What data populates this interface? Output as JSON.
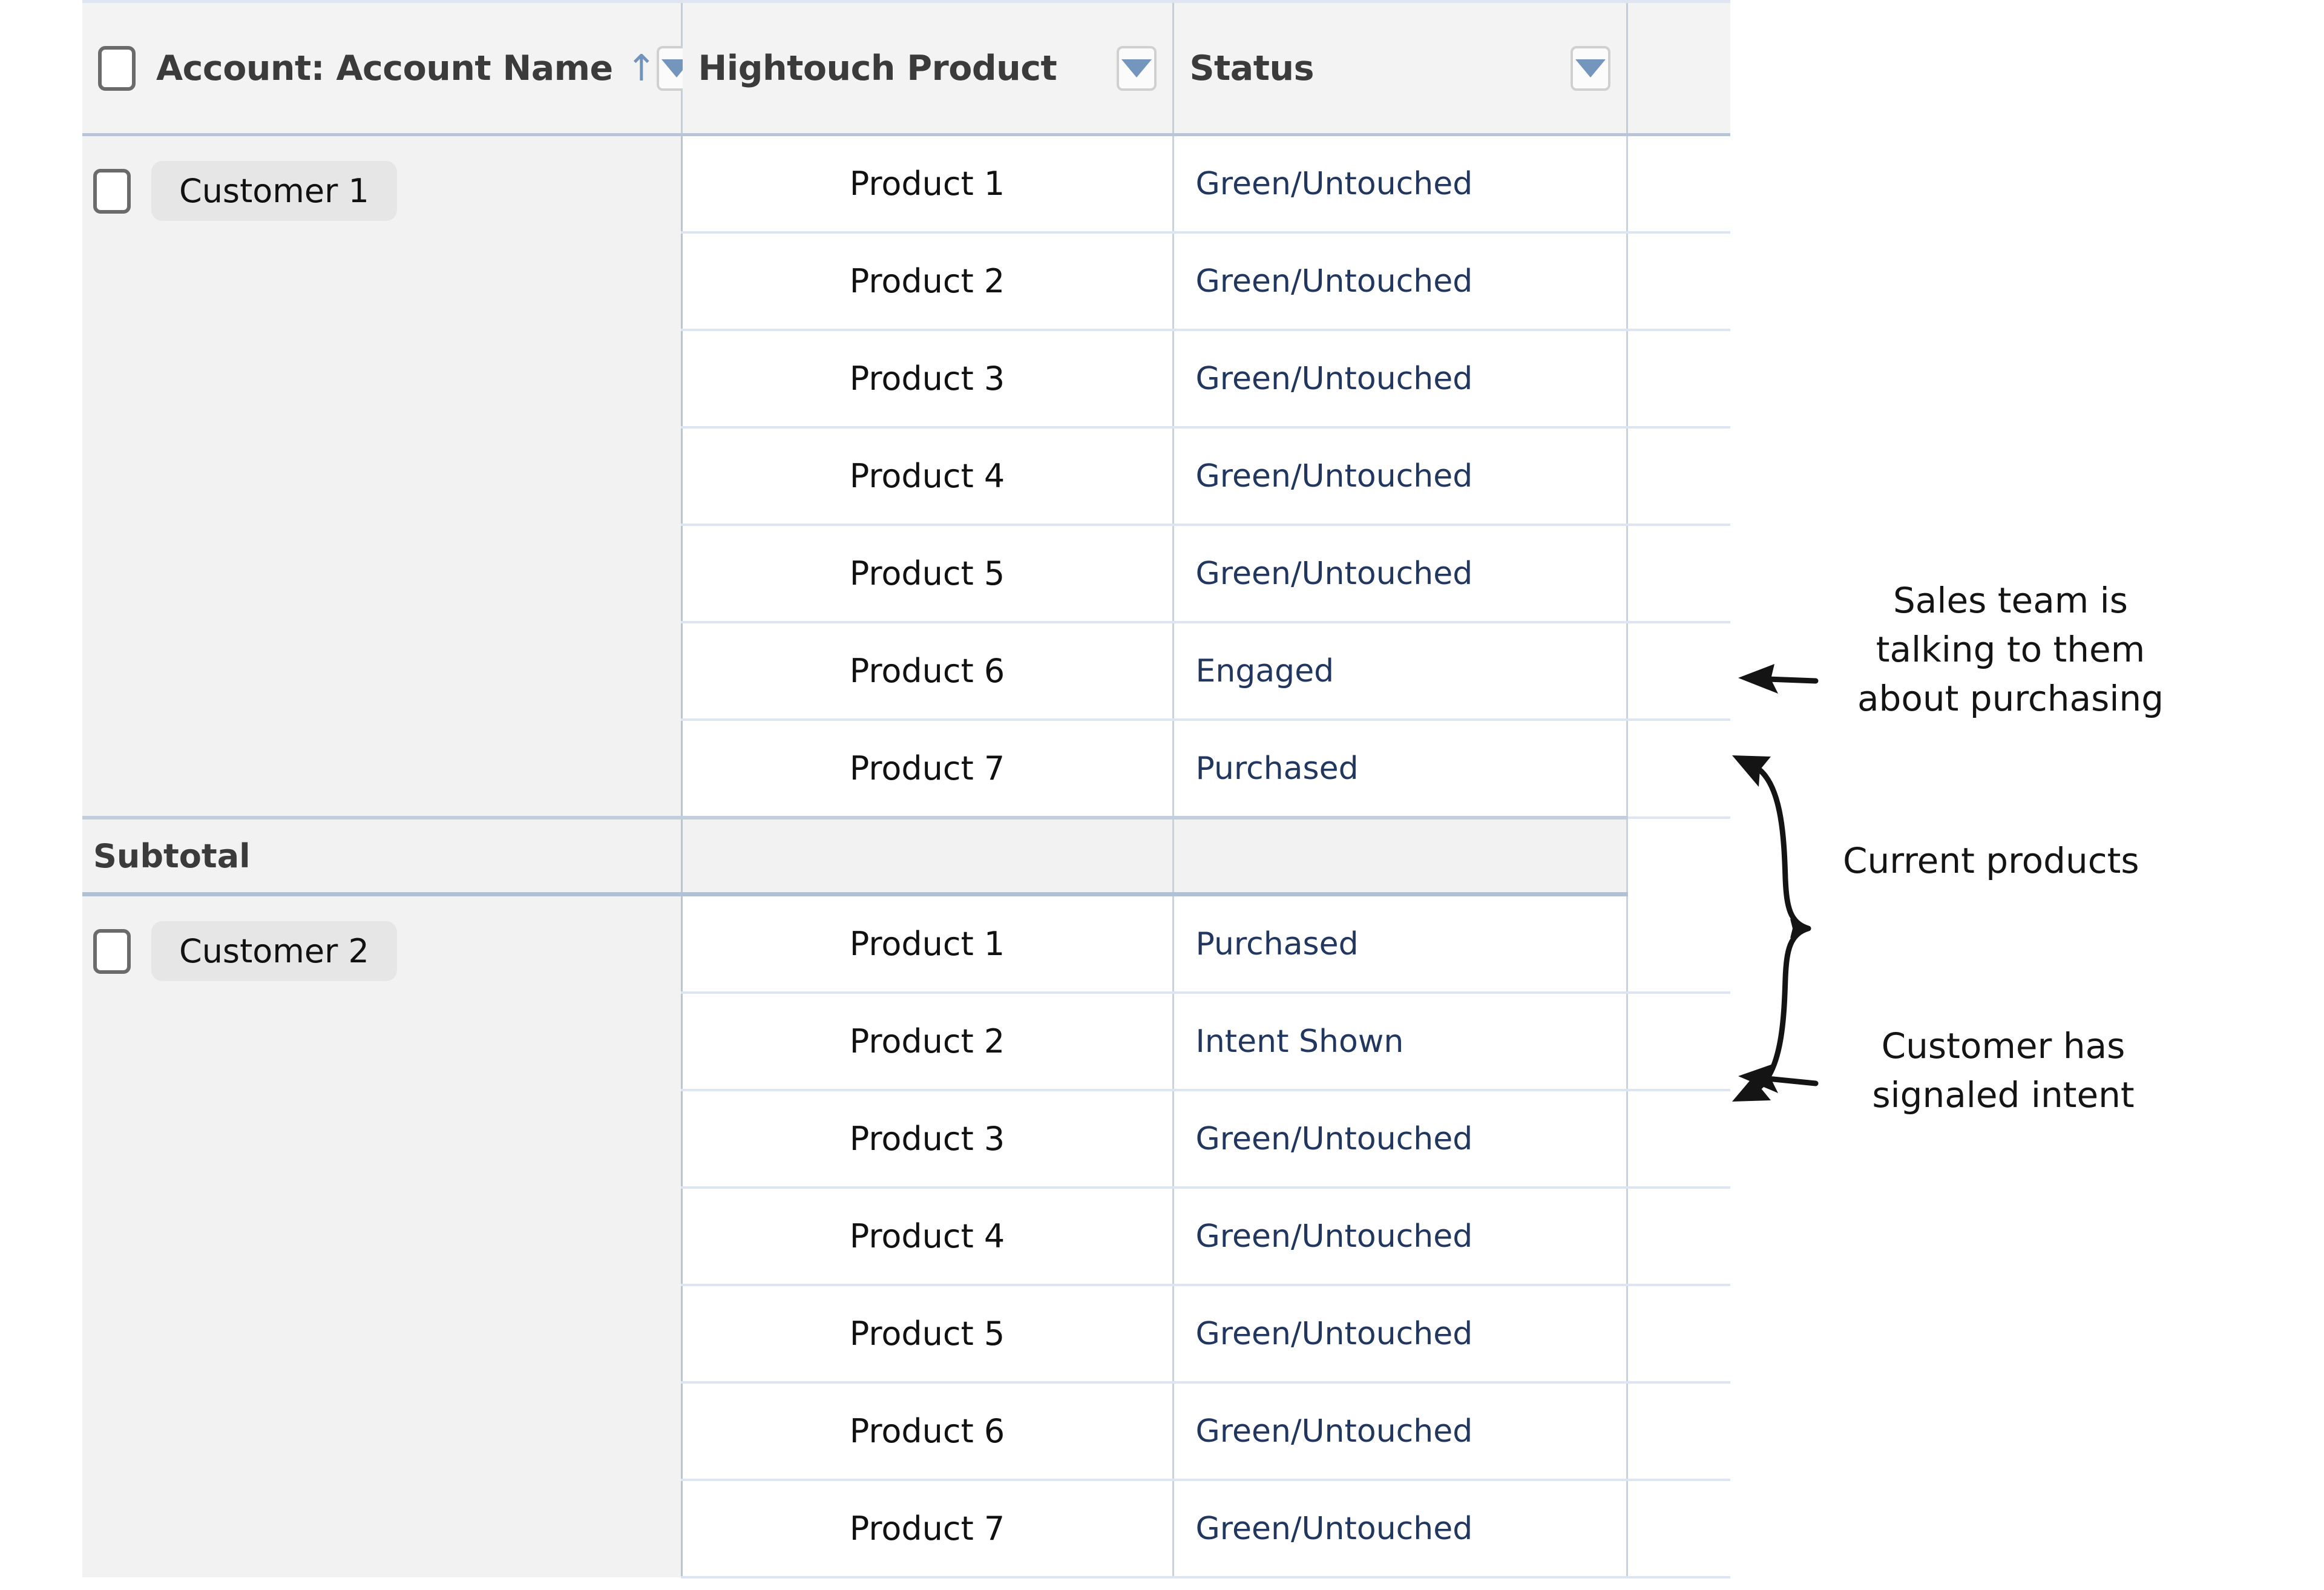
{
  "table": {
    "columns": [
      {
        "id": "account",
        "label": "Account: Account Name",
        "sort_icon": "sort-asc-arrow-icon",
        "sorted": true,
        "filter_icon": "filter-dropdown-icon",
        "has_checkbox": true
      },
      {
        "id": "product",
        "label": "Hightouch Product",
        "sort_icon": "",
        "sorted": false,
        "filter_icon": "filter-dropdown-icon",
        "has_checkbox": false
      },
      {
        "id": "status",
        "label": "Status",
        "sort_icon": "",
        "sorted": false,
        "filter_icon": "filter-dropdown-icon",
        "has_checkbox": false
      }
    ],
    "sort_arrow_glyph": "↑",
    "groups": [
      {
        "account": "Customer 1",
        "subtotal_label": "Subtotal",
        "has_subtotal": true,
        "rows": [
          {
            "product": "Product 1",
            "status": "Green/Untouched"
          },
          {
            "product": "Product 2",
            "status": "Green/Untouched"
          },
          {
            "product": "Product 3",
            "status": "Green/Untouched"
          },
          {
            "product": "Product 4",
            "status": "Green/Untouched"
          },
          {
            "product": "Product 5",
            "status": "Green/Untouched"
          },
          {
            "product": "Product 6",
            "status": "Engaged"
          },
          {
            "product": "Product 7",
            "status": "Purchased"
          }
        ]
      },
      {
        "account": "Customer 2",
        "subtotal_label": "",
        "has_subtotal": false,
        "rows": [
          {
            "product": "Product 1",
            "status": "Purchased"
          },
          {
            "product": "Product 2",
            "status": "Intent Shown"
          },
          {
            "product": "Product 3",
            "status": "Green/Untouched"
          },
          {
            "product": "Product 4",
            "status": "Green/Untouched"
          },
          {
            "product": "Product 5",
            "status": "Green/Untouched"
          },
          {
            "product": "Product 6",
            "status": "Green/Untouched"
          },
          {
            "product": "Product 7",
            "status": "Green/Untouched"
          }
        ]
      }
    ]
  },
  "annotations": [
    {
      "id": "sales",
      "text": "Sales team is\ntalking to them\nabout purchasing",
      "marker": "straight-arrow-left"
    },
    {
      "id": "current",
      "text": "Current products",
      "marker": "curly-brace-double-arrow-left"
    },
    {
      "id": "intent",
      "text": "Customer has\nsignaled intent",
      "marker": "straight-arrow-left"
    }
  ],
  "colors": {
    "status_text": "#21375f",
    "header_text": "#3b3b3b",
    "header_bg": "#f3f3f3",
    "account_col_bg": "#f2f2f2",
    "pill_bg": "#e6e6e6",
    "grid_line": "#dde4f2",
    "accent_blue": "#7496bd",
    "annotation_ink": "#141414"
  }
}
